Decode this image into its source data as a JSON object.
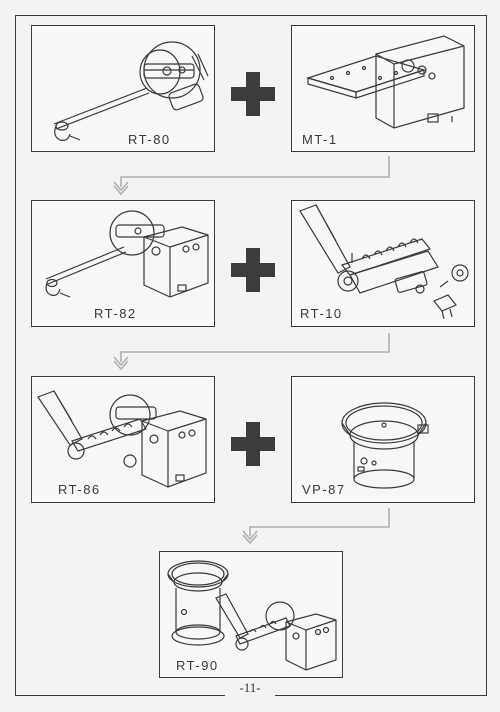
{
  "machines": {
    "rt80": {
      "label": "RT-80"
    },
    "mt1": {
      "label": "MT-1"
    },
    "rt82": {
      "label": "RT-82"
    },
    "rt10": {
      "label": "RT-10"
    },
    "rt86": {
      "label": "RT-86"
    },
    "vp87": {
      "label": "VP-87"
    },
    "rt90": {
      "label": "RT-90"
    }
  },
  "page_number": "-11-",
  "colors": {
    "line": "#3a3a3a",
    "plus": "#3c3c3c",
    "flow_arrow": "#b0b0b0"
  }
}
